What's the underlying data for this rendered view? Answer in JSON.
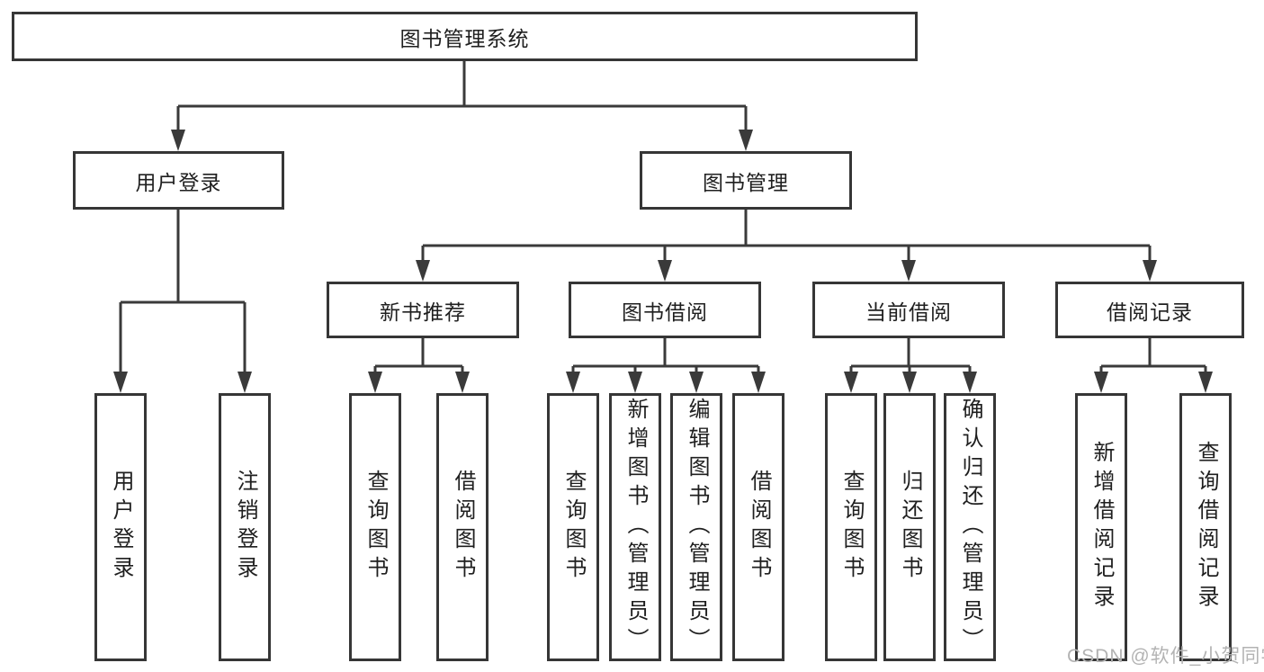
{
  "diagram": {
    "root": {
      "label": "图书管理系统"
    },
    "level2": [
      {
        "label": "用户登录"
      },
      {
        "label": "图书管理"
      }
    ],
    "level3": [
      {
        "label": "新书推荐"
      },
      {
        "label": "图书借阅"
      },
      {
        "label": "当前借阅"
      },
      {
        "label": "借阅记录"
      }
    ],
    "leaves": [
      {
        "label": "用户登录"
      },
      {
        "label": "注销登录"
      },
      {
        "label": "查询图书"
      },
      {
        "label": "借阅图书"
      },
      {
        "label": "查询图书"
      },
      {
        "label": "新增图书（管理员）"
      },
      {
        "label": "编辑图书（管理员）"
      },
      {
        "label": "借阅图书"
      },
      {
        "label": "查询图书"
      },
      {
        "label": "归还图书"
      },
      {
        "label": "确认归还（管理员）"
      },
      {
        "label": "新增借阅记录"
      },
      {
        "label": "查询借阅记录"
      }
    ]
  },
  "watermark": {
    "text": "CSDN @软件_小贺同学"
  },
  "colors": {
    "line": "#3a3a3a",
    "border": "#363636",
    "text": "#1f1f1f",
    "watermark": "#b3b3b3",
    "background": "#ffffff"
  }
}
